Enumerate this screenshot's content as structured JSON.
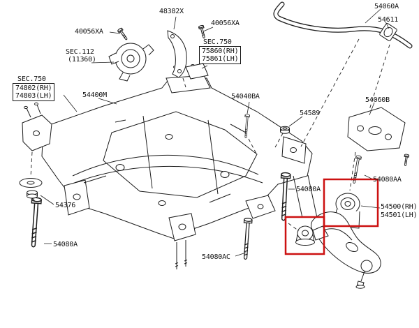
{
  "colors": {
    "background": "#ffffff",
    "line": "#1c1c1c",
    "highlight": "#cc1111"
  },
  "labels": {
    "l48382x": "48382X",
    "l40056xa_left": "40056XA",
    "l40056xa_right": "40056XA",
    "sec112_title": "SEC.112",
    "sec112_sub": "(11360)",
    "sec750_right_title": "SEC.750",
    "sec750_right_rh": "75860(RH)",
    "sec750_right_lh": "75861(LH)",
    "sec750_left_title": "SEC.750",
    "sec750_left_rh": "74802(RH)",
    "sec750_left_lh": "74803(LH)",
    "l54400m": "54400M",
    "l54040ba": "54040BA",
    "l54589": "54589",
    "l54060a": "54060A",
    "l54611": "54611",
    "l54060b": "54060B",
    "l54080aa": "54080AA",
    "l54500rh": "54500(RH)",
    "l54501lh": "54501(LH)",
    "l54080a_mid": "54080A",
    "l54080ac": "54080AC",
    "l54376": "54376",
    "l54080a_left": "54080A"
  }
}
